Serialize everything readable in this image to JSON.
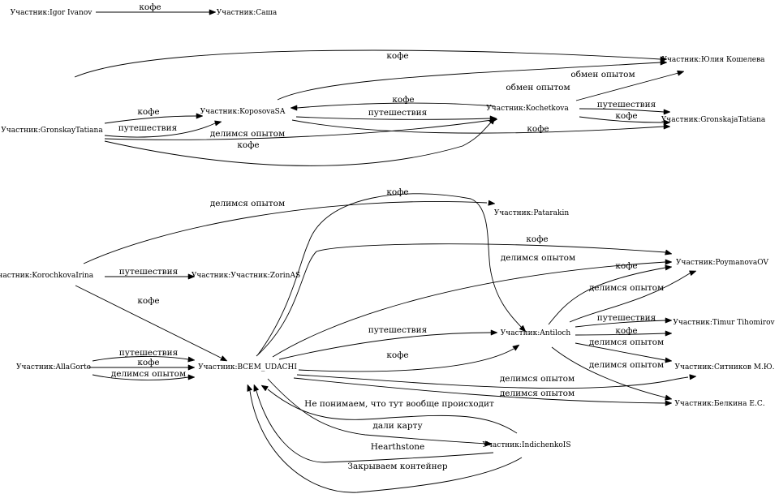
{
  "diagram": {
    "type": "directed-graph",
    "nodes": [
      {
        "id": "igor",
        "label": "Участник:Igor Ivanov"
      },
      {
        "id": "sasha",
        "label": "Участник:Саша"
      },
      {
        "id": "gronskay",
        "label": "Участник:GronskayTatiana"
      },
      {
        "id": "koposova",
        "label": "Участник:KoposovaSA"
      },
      {
        "id": "kochetkova",
        "label": "Участник:Kochetkova"
      },
      {
        "id": "kosheleva",
        "label": "Участник:Юлия Кошелева"
      },
      {
        "id": "gronskaja",
        "label": "Участник:GronskajaTatiana"
      },
      {
        "id": "patarakin",
        "label": "Участник:Patarakin"
      },
      {
        "id": "korochkova",
        "label": "Участник:KorochkovaIrina"
      },
      {
        "id": "zorin",
        "label": "Участник:Участник:ZorinAS"
      },
      {
        "id": "poymanova",
        "label": "Участник:PoymanovaOV"
      },
      {
        "id": "allagorte",
        "label": "Участник:AllaGorte"
      },
      {
        "id": "vsem",
        "label": "Участник:ВСЕМ_UDACHI"
      },
      {
        "id": "antiloch",
        "label": "Участник:Antiloch"
      },
      {
        "id": "tihomirov",
        "label": "Участник:Timur Tihomirov"
      },
      {
        "id": "sitnikov",
        "label": "Участник:Ситников М.Ю."
      },
      {
        "id": "belkina",
        "label": "Участник:Белкина Е.С."
      },
      {
        "id": "indichenko",
        "label": "Участник:IndichenkoIS"
      }
    ],
    "edges": [
      {
        "from": "igor",
        "to": "sasha",
        "label": "кофе"
      },
      {
        "from": "gronskay",
        "to": "kosheleva",
        "label": "кофе"
      },
      {
        "from": "koposova",
        "to": "kosheleva",
        "label": "обмен опытом"
      },
      {
        "from": "kochetkova",
        "to": "kosheleva",
        "label": "обмен опытом"
      },
      {
        "from": "kochetkova",
        "to": "koposova",
        "label": "кофе"
      },
      {
        "from": "koposova",
        "to": "kochetkova",
        "label": "путешествия"
      },
      {
        "from": "kochetkova",
        "to": "gronskaja",
        "label": "путешествия"
      },
      {
        "from": "kochetkova",
        "to": "gronskaja",
        "label": "кофе"
      },
      {
        "from": "koposova",
        "to": "gronskaja",
        "label": "кофе"
      },
      {
        "from": "gronskay",
        "to": "koposova",
        "label": "кофе"
      },
      {
        "from": "gronskay",
        "to": "koposova",
        "label": "путешествия"
      },
      {
        "from": "gronskay",
        "to": "kochetkova",
        "label": "делимся опытом"
      },
      {
        "from": "gronskay",
        "to": "kochetkova",
        "label": "кофе"
      },
      {
        "from": "korochkova",
        "to": "patarakin",
        "label": "делимся опытом"
      },
      {
        "from": "korochkova",
        "to": "zorin",
        "label": "путешествия"
      },
      {
        "from": "korochkova",
        "to": "vsem",
        "label": "кофе"
      },
      {
        "from": "vsem",
        "to": "antiloch",
        "label": "кофе"
      },
      {
        "from": "vsem",
        "to": "poymanova",
        "label": "кофе"
      },
      {
        "from": "vsem",
        "to": "poymanova",
        "label": "делимся опытом"
      },
      {
        "from": "vsem",
        "to": "antiloch",
        "label": "путешествия"
      },
      {
        "from": "vsem",
        "to": "antiloch",
        "label": "кофе"
      },
      {
        "from": "vsem",
        "to": "sitnikov",
        "label": "делимся опытом"
      },
      {
        "from": "vsem",
        "to": "belkina",
        "label": "делимся опытом"
      },
      {
        "from": "antiloch",
        "to": "poymanova",
        "label": "кофе"
      },
      {
        "from": "antiloch",
        "to": "poymanova",
        "label": "делимся опытом"
      },
      {
        "from": "antiloch",
        "to": "tihomirov",
        "label": "путешествия"
      },
      {
        "from": "antiloch",
        "to": "tihomirov",
        "label": "кофе"
      },
      {
        "from": "antiloch",
        "to": "sitnikov",
        "label": "делимся опытом"
      },
      {
        "from": "antiloch",
        "to": "belkina",
        "label": "делимся опытом"
      },
      {
        "from": "allagorte",
        "to": "vsem",
        "label": "путешествия"
      },
      {
        "from": "allagorte",
        "to": "vsem",
        "label": "кофе"
      },
      {
        "from": "allagorte",
        "to": "vsem",
        "label": "делимся опытом"
      },
      {
        "from": "indichenko",
        "to": "vsem",
        "label": "Не понимаем, что тут вообще происходит"
      },
      {
        "from": "vsem",
        "to": "indichenko",
        "label": "дали карту"
      },
      {
        "from": "indichenko",
        "to": "vsem",
        "label": "Hearthstone"
      },
      {
        "from": "indichenko",
        "to": "vsem",
        "label": "Закрываем контейнер"
      }
    ]
  }
}
